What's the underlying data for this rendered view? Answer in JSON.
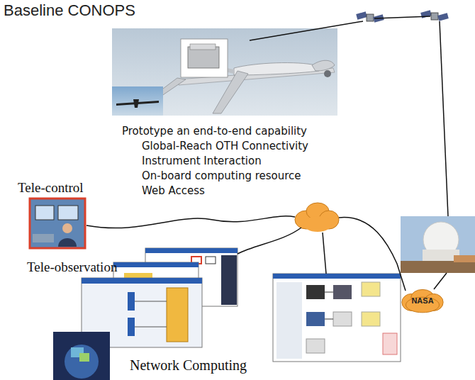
{
  "diagram": {
    "title": "Baseline CONOPS",
    "nodes": [
      {
        "text": [
          "NASA"
        ]
      }
    ],
    "labels": [
      "Prototype an end-to-end capability",
      "Global-Reach OTH Connectivity",
      "Instrument Interaction",
      "On-board computing resource",
      "Web Access",
      "Tele-control",
      "Tele-observation",
      "Network Computing"
    ]
  }
}
